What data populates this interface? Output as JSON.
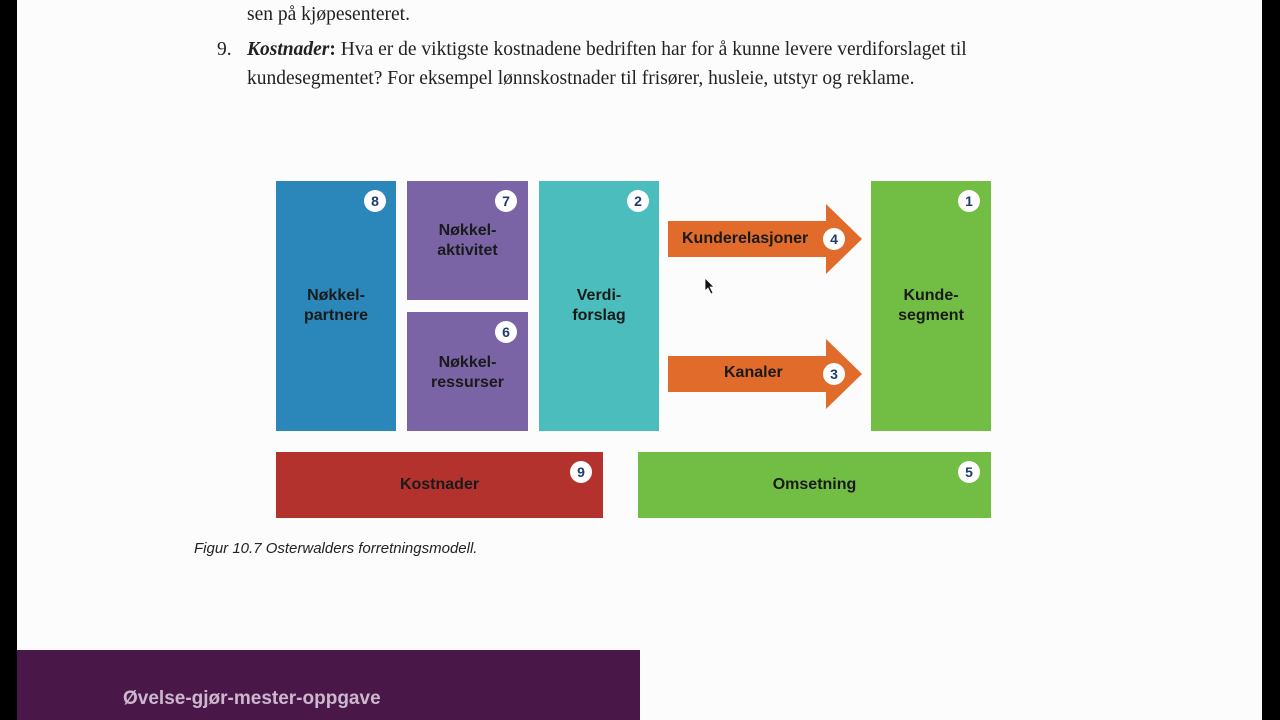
{
  "document": {
    "line_prev": "sen på kjøpesenteret.",
    "item9": {
      "number": "9.",
      "term": "Kostnader",
      "colon": ":",
      "line1": " Hva er de viktigste kostnadene bedriften har for å kunne levere verdiforslaget til",
      "line2": "kundesegmentet?  For eksempel lønnskostnader til frisører, husleie, utstyr og reklame."
    }
  },
  "diagram": {
    "boxes": [
      {
        "id": "partnere",
        "line1": "Nøkkel-",
        "line2": "partnere",
        "badge": "8",
        "color": "#2b87b9"
      },
      {
        "id": "aktivitet",
        "line1": "Nøkkel-",
        "line2": "aktivitet",
        "badge": "7",
        "color": "#7a64a6"
      },
      {
        "id": "ressurser",
        "line1": "Nøkkel-",
        "line2": "ressurser",
        "badge": "6",
        "color": "#7a64a6"
      },
      {
        "id": "verdiforslag",
        "line1": "Verdi-",
        "line2": "forslag",
        "badge": "2",
        "color": "#4bbdbd"
      },
      {
        "id": "kundesegment",
        "line1": "Kunde-",
        "line2": "segment",
        "badge": "1",
        "color": "#72bd44"
      },
      {
        "id": "kostnader",
        "line1": "Kostnader",
        "line2": "",
        "badge": "9",
        "color": "#b3322d"
      },
      {
        "id": "omsetning",
        "line1": "Omsetning",
        "line2": "",
        "badge": "5",
        "color": "#72bd44"
      }
    ],
    "arrows": [
      {
        "id": "kunderelasjoner",
        "label": "Kunderelasjoner",
        "badge": "4",
        "color": "#e06b2a"
      },
      {
        "id": "kanaler",
        "label": "Kanaler",
        "badge": "3",
        "color": "#e06b2a"
      }
    ],
    "caption": "Figur 10.7  Osterwalders forretningsmodell."
  },
  "banner": {
    "title": "Øvelse-gjør-mester-oppgave",
    "color": "#4a1848"
  }
}
